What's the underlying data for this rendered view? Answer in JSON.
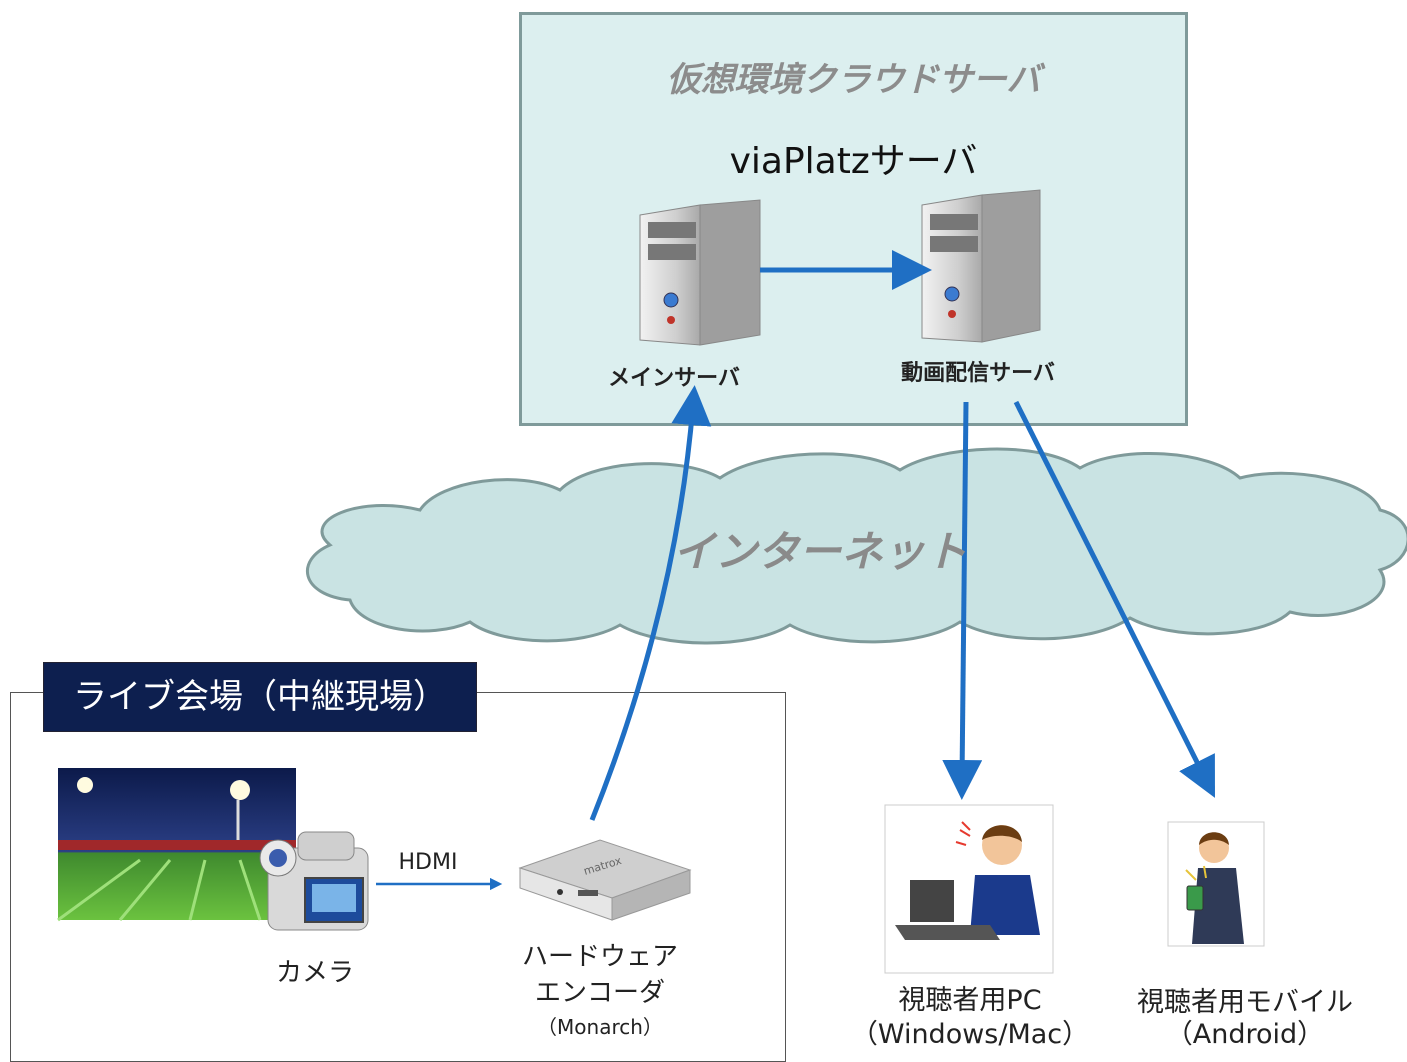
{
  "cloud": {
    "title": "仮想環境クラウドサーバ",
    "platform": "viaPlatzサーバ",
    "main_server": "メインサーバ",
    "streaming_server": "動画配信サーバ"
  },
  "internet": {
    "label": "インターネット"
  },
  "venue": {
    "title": "ライブ会場（中継現場）",
    "camera": "カメラ",
    "link": "HDMI",
    "encoder_line1": "ハードウェア",
    "encoder_line2": "エンコーダ",
    "encoder_model": "（Monarch）",
    "encoder_brand": "matrox"
  },
  "viewers": {
    "pc_line1": "視聴者用PC",
    "pc_line2": "（Windows/Mac）",
    "mobile_line1": "視聴者用モバイル",
    "mobile_line2": "（Android）"
  },
  "colors": {
    "arrow": "#1f6fc4",
    "cloud_fill": "#c9e3e3",
    "panel_fill": "#dcefef",
    "venue_title": "#0d1f4f"
  }
}
